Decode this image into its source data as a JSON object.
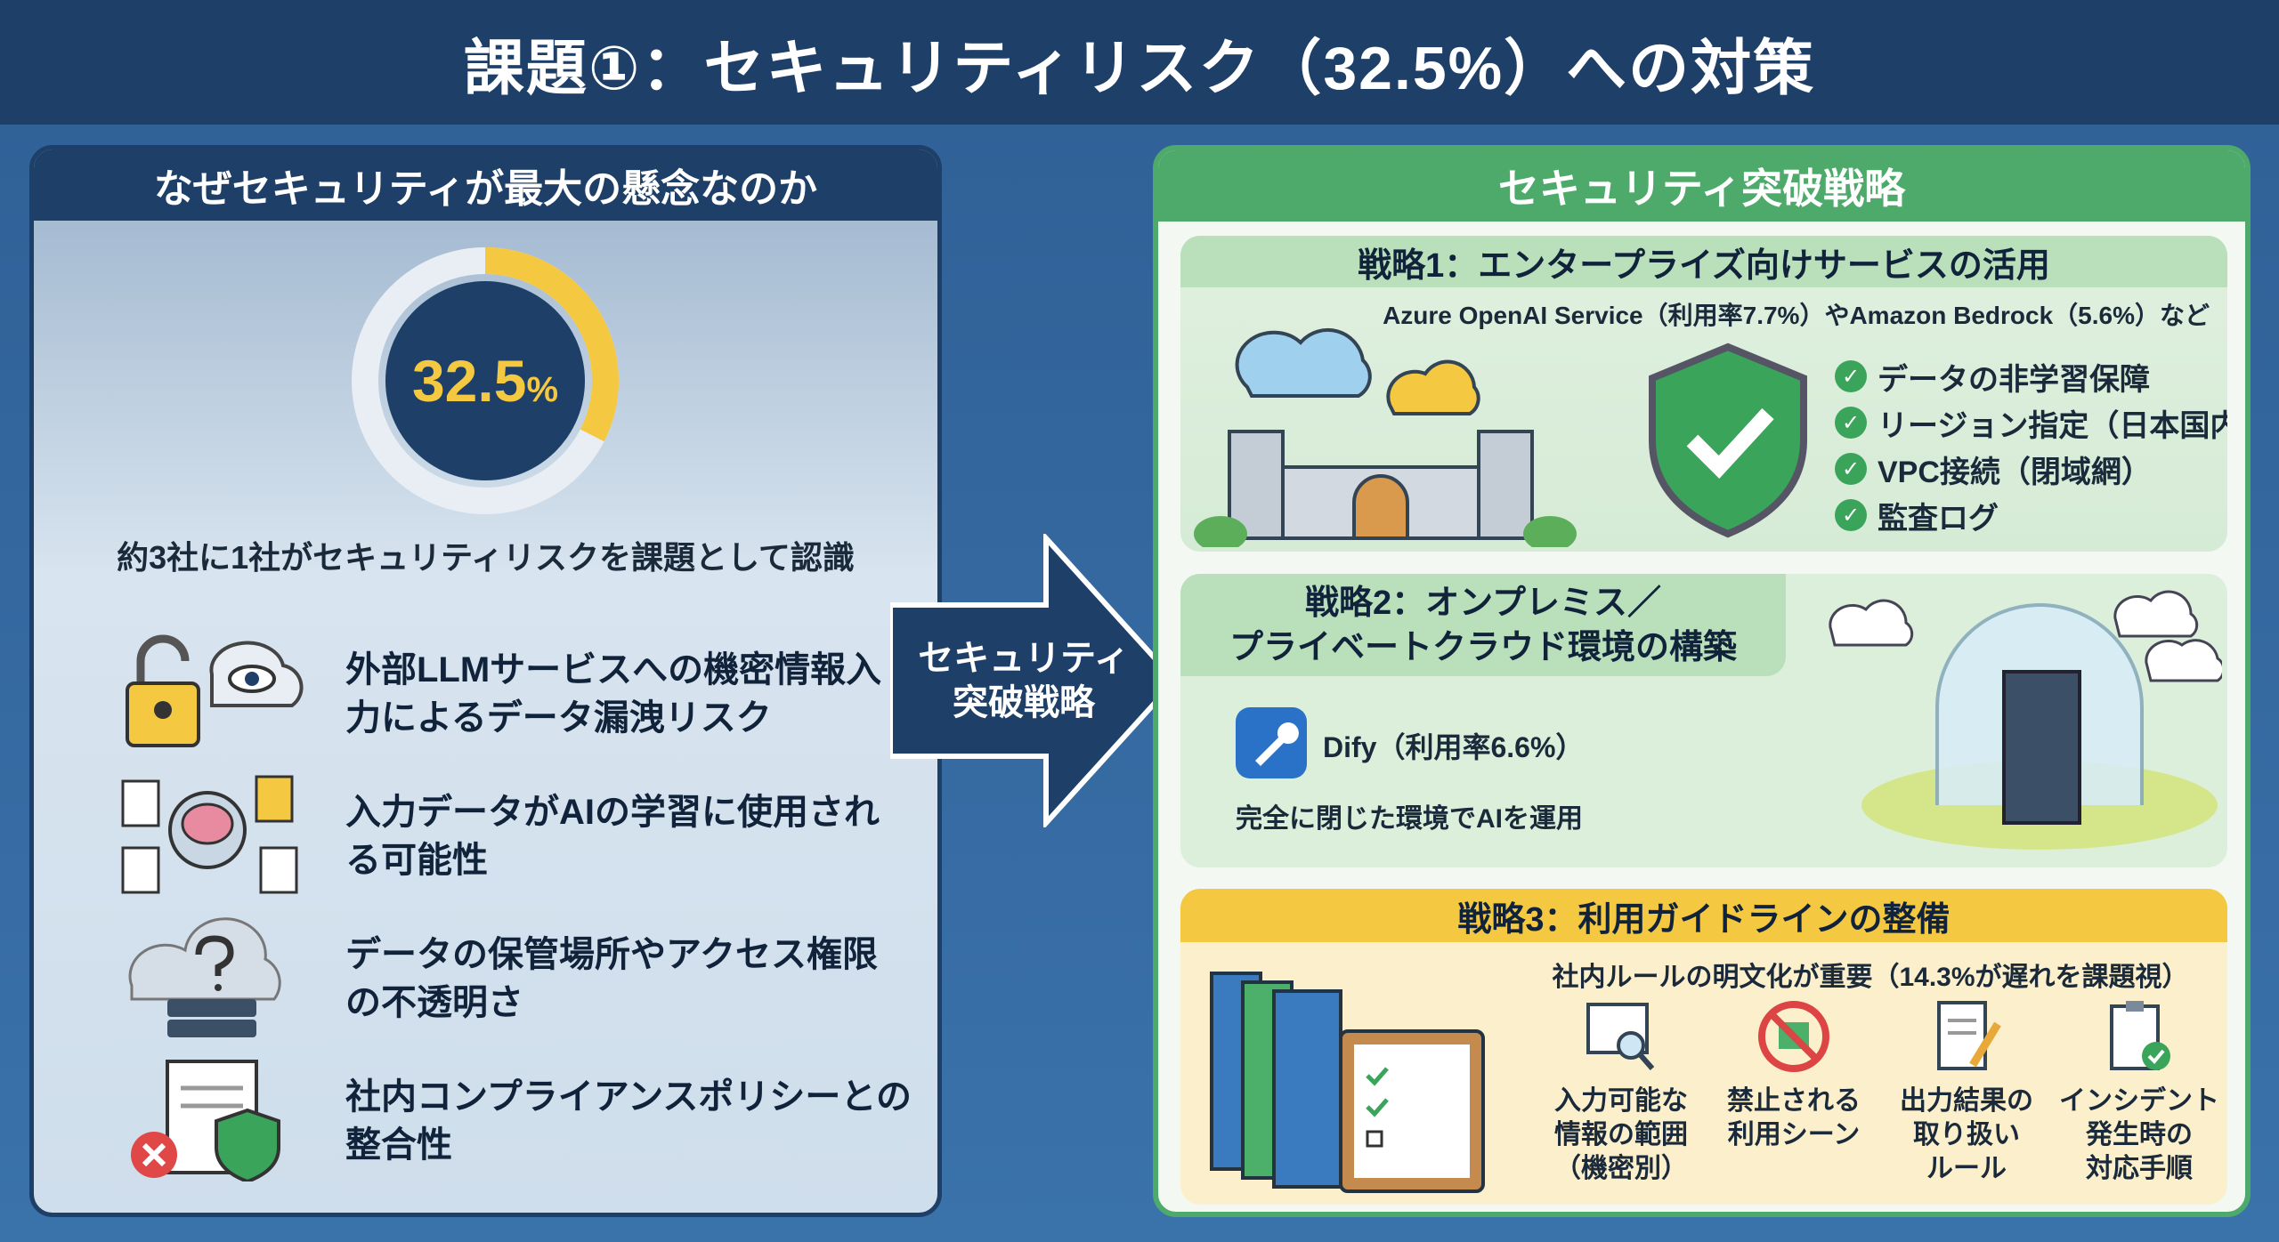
{
  "title": "課題①：セキュリティリスク（32.5%）への対策",
  "left": {
    "header": "なぜセキュリティが最大の懸念なのか",
    "donut": {
      "value": 32.5,
      "label": "32.5",
      "unit": "%"
    },
    "caption": "約3社に1社がセキュリティリスクを課題として認識",
    "items": [
      {
        "line1": "外部LLMサービスへの機密情報入",
        "line2": "力によるデータ漏洩リスク"
      },
      {
        "line1": "入力データがAIの学習に使用され",
        "line2": "る可能性"
      },
      {
        "line1": "データの保管場所やアクセス権限",
        "line2": "の不透明さ"
      },
      {
        "line1": "社内コンプライアンスポリシーとの",
        "line2": "整合性"
      }
    ]
  },
  "arrow": {
    "line1": "セキュリティ",
    "line2": "突破戦略"
  },
  "right": {
    "header": "セキュリティ突破戦略",
    "s1": {
      "title": "戦略1：エンタープライズ向けサービスの活用",
      "sub": "Azure OpenAI Service（利用率7.7%）やAmazon Bedrock（5.6%）など",
      "checks": [
        "データの非学習保障",
        "リージョン指定（日本国内）",
        "VPC接続（閉域網）",
        "監査ログ"
      ]
    },
    "s2": {
      "title1": "戦略2：オンプレミス／",
      "title2": "プライベートクラウド環境の構築",
      "dify": "Dify（利用率6.6%）",
      "desc": "完全に閉じた環境でAIを運用"
    },
    "s3": {
      "title": "戦略3：利用ガイドラインの整備",
      "sub": "社内ルールの明文化が重要（14.3%が遅れを課題視）",
      "guides": [
        {
          "l1": "入力可能な",
          "l2": "情報の範囲",
          "l3": "（機密別）"
        },
        {
          "l1": "禁止される",
          "l2": "利用シーン",
          "l3": ""
        },
        {
          "l1": "出力結果の",
          "l2": "取り扱い",
          "l3": "ルール"
        },
        {
          "l1": "インシデント",
          "l2": "発生時の",
          "l3": "対応手順"
        }
      ]
    }
  },
  "colors": {
    "navy": "#1e3f68",
    "green": "#4daa6a",
    "yellow": "#f5c842"
  }
}
